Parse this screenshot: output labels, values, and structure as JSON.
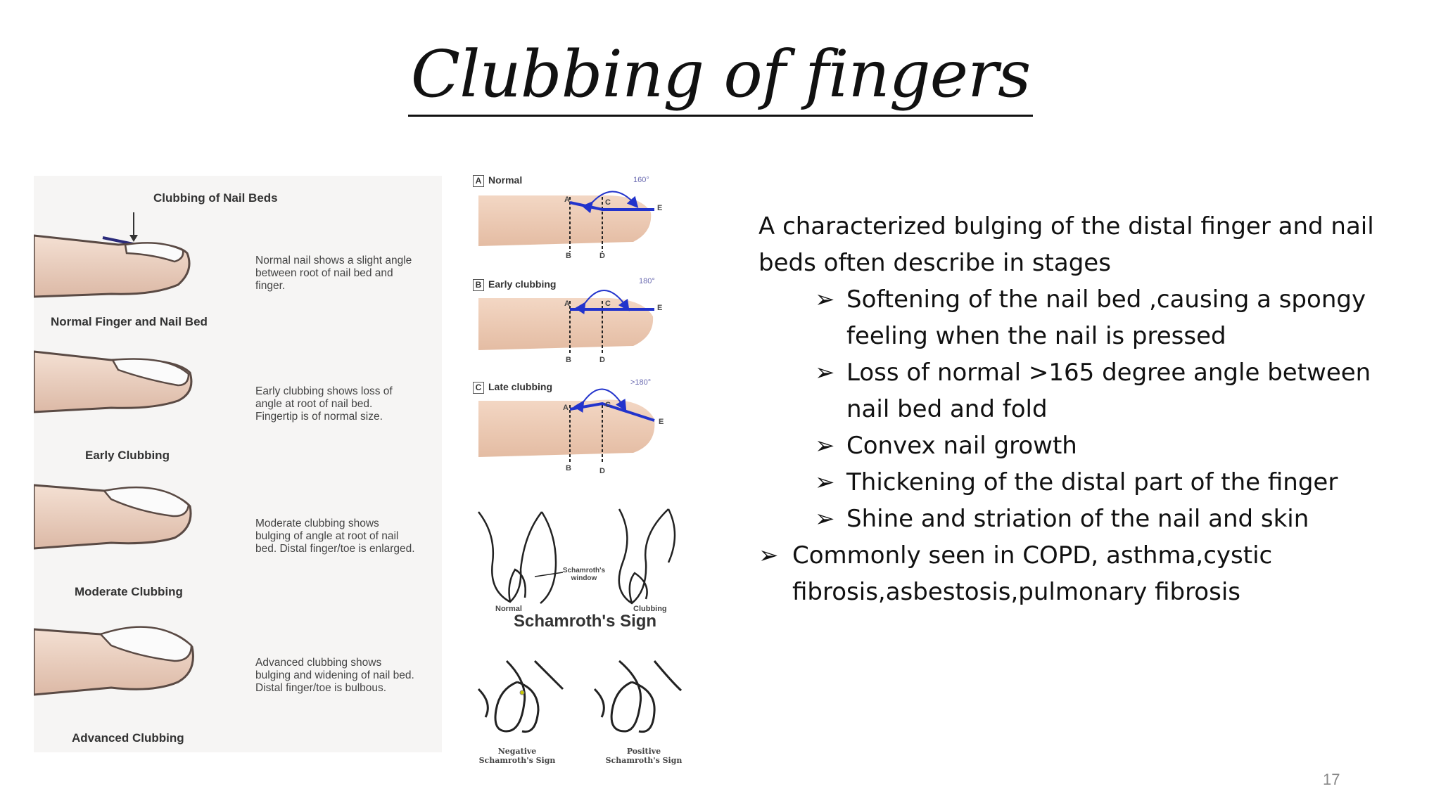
{
  "title": "Clubbing of fingers",
  "left_figure": {
    "heading": "Clubbing of Nail Beds",
    "stages": [
      {
        "label": "Normal Finger and Nail Bed",
        "description": "Normal nail shows a slight angle between root of nail bed and finger."
      },
      {
        "label": "Early Clubbing",
        "description": "Early clubbing shows loss of angle at root of nail bed. Fingertip is of normal size."
      },
      {
        "label": "Moderate Clubbing",
        "description": "Moderate clubbing shows bulging of angle at root of nail bed. Distal finger/toe is enlarged."
      },
      {
        "label": "Advanced Clubbing",
        "description": "Advanced clubbing shows bulging and widening of nail bed. Distal finger/toe is bulbous."
      }
    ]
  },
  "middle_figure": {
    "panels": [
      {
        "letter": "A",
        "label": "Normal",
        "angle": "160°"
      },
      {
        "letter": "B",
        "label": "Early clubbing",
        "angle": "180°"
      },
      {
        "letter": "C",
        "label": "Late clubbing",
        "angle": ">180°"
      }
    ],
    "point_labels": {
      "a": "A",
      "b": "B",
      "c": "C",
      "d": "D",
      "e": "E"
    },
    "schamroth": {
      "title": "Schamroth's Sign",
      "window_label": "Schamroth's window",
      "normal": "Normal",
      "clubbing": "Clubbing",
      "negative": "Negative Schamroth's Sign",
      "positive": "Positive Schamroth's Sign"
    }
  },
  "text": {
    "intro": "A characterized bulging of the distal finger and nail beds often describe in stages",
    "bullet_symbol": "➢",
    "sub_bullets": [
      "Softening of the nail bed ,causing a spongy feeling when the nail is pressed",
      "Loss of normal >165 degree angle between nail bed and fold",
      "Convex nail growth",
      "Thickening of the distal part of the finger",
      "Shine and striation of the nail and skin"
    ],
    "main_bullet": " Commonly seen in COPD, asthma,cystic fibrosis,asbestosis,pulmonary fibrosis"
  },
  "page_number": "17",
  "colors": {
    "skin": "#eed2bf",
    "outline": "#5a4a44",
    "angle_blue": "#2233cc",
    "bg_left": "#f6f5f4"
  }
}
